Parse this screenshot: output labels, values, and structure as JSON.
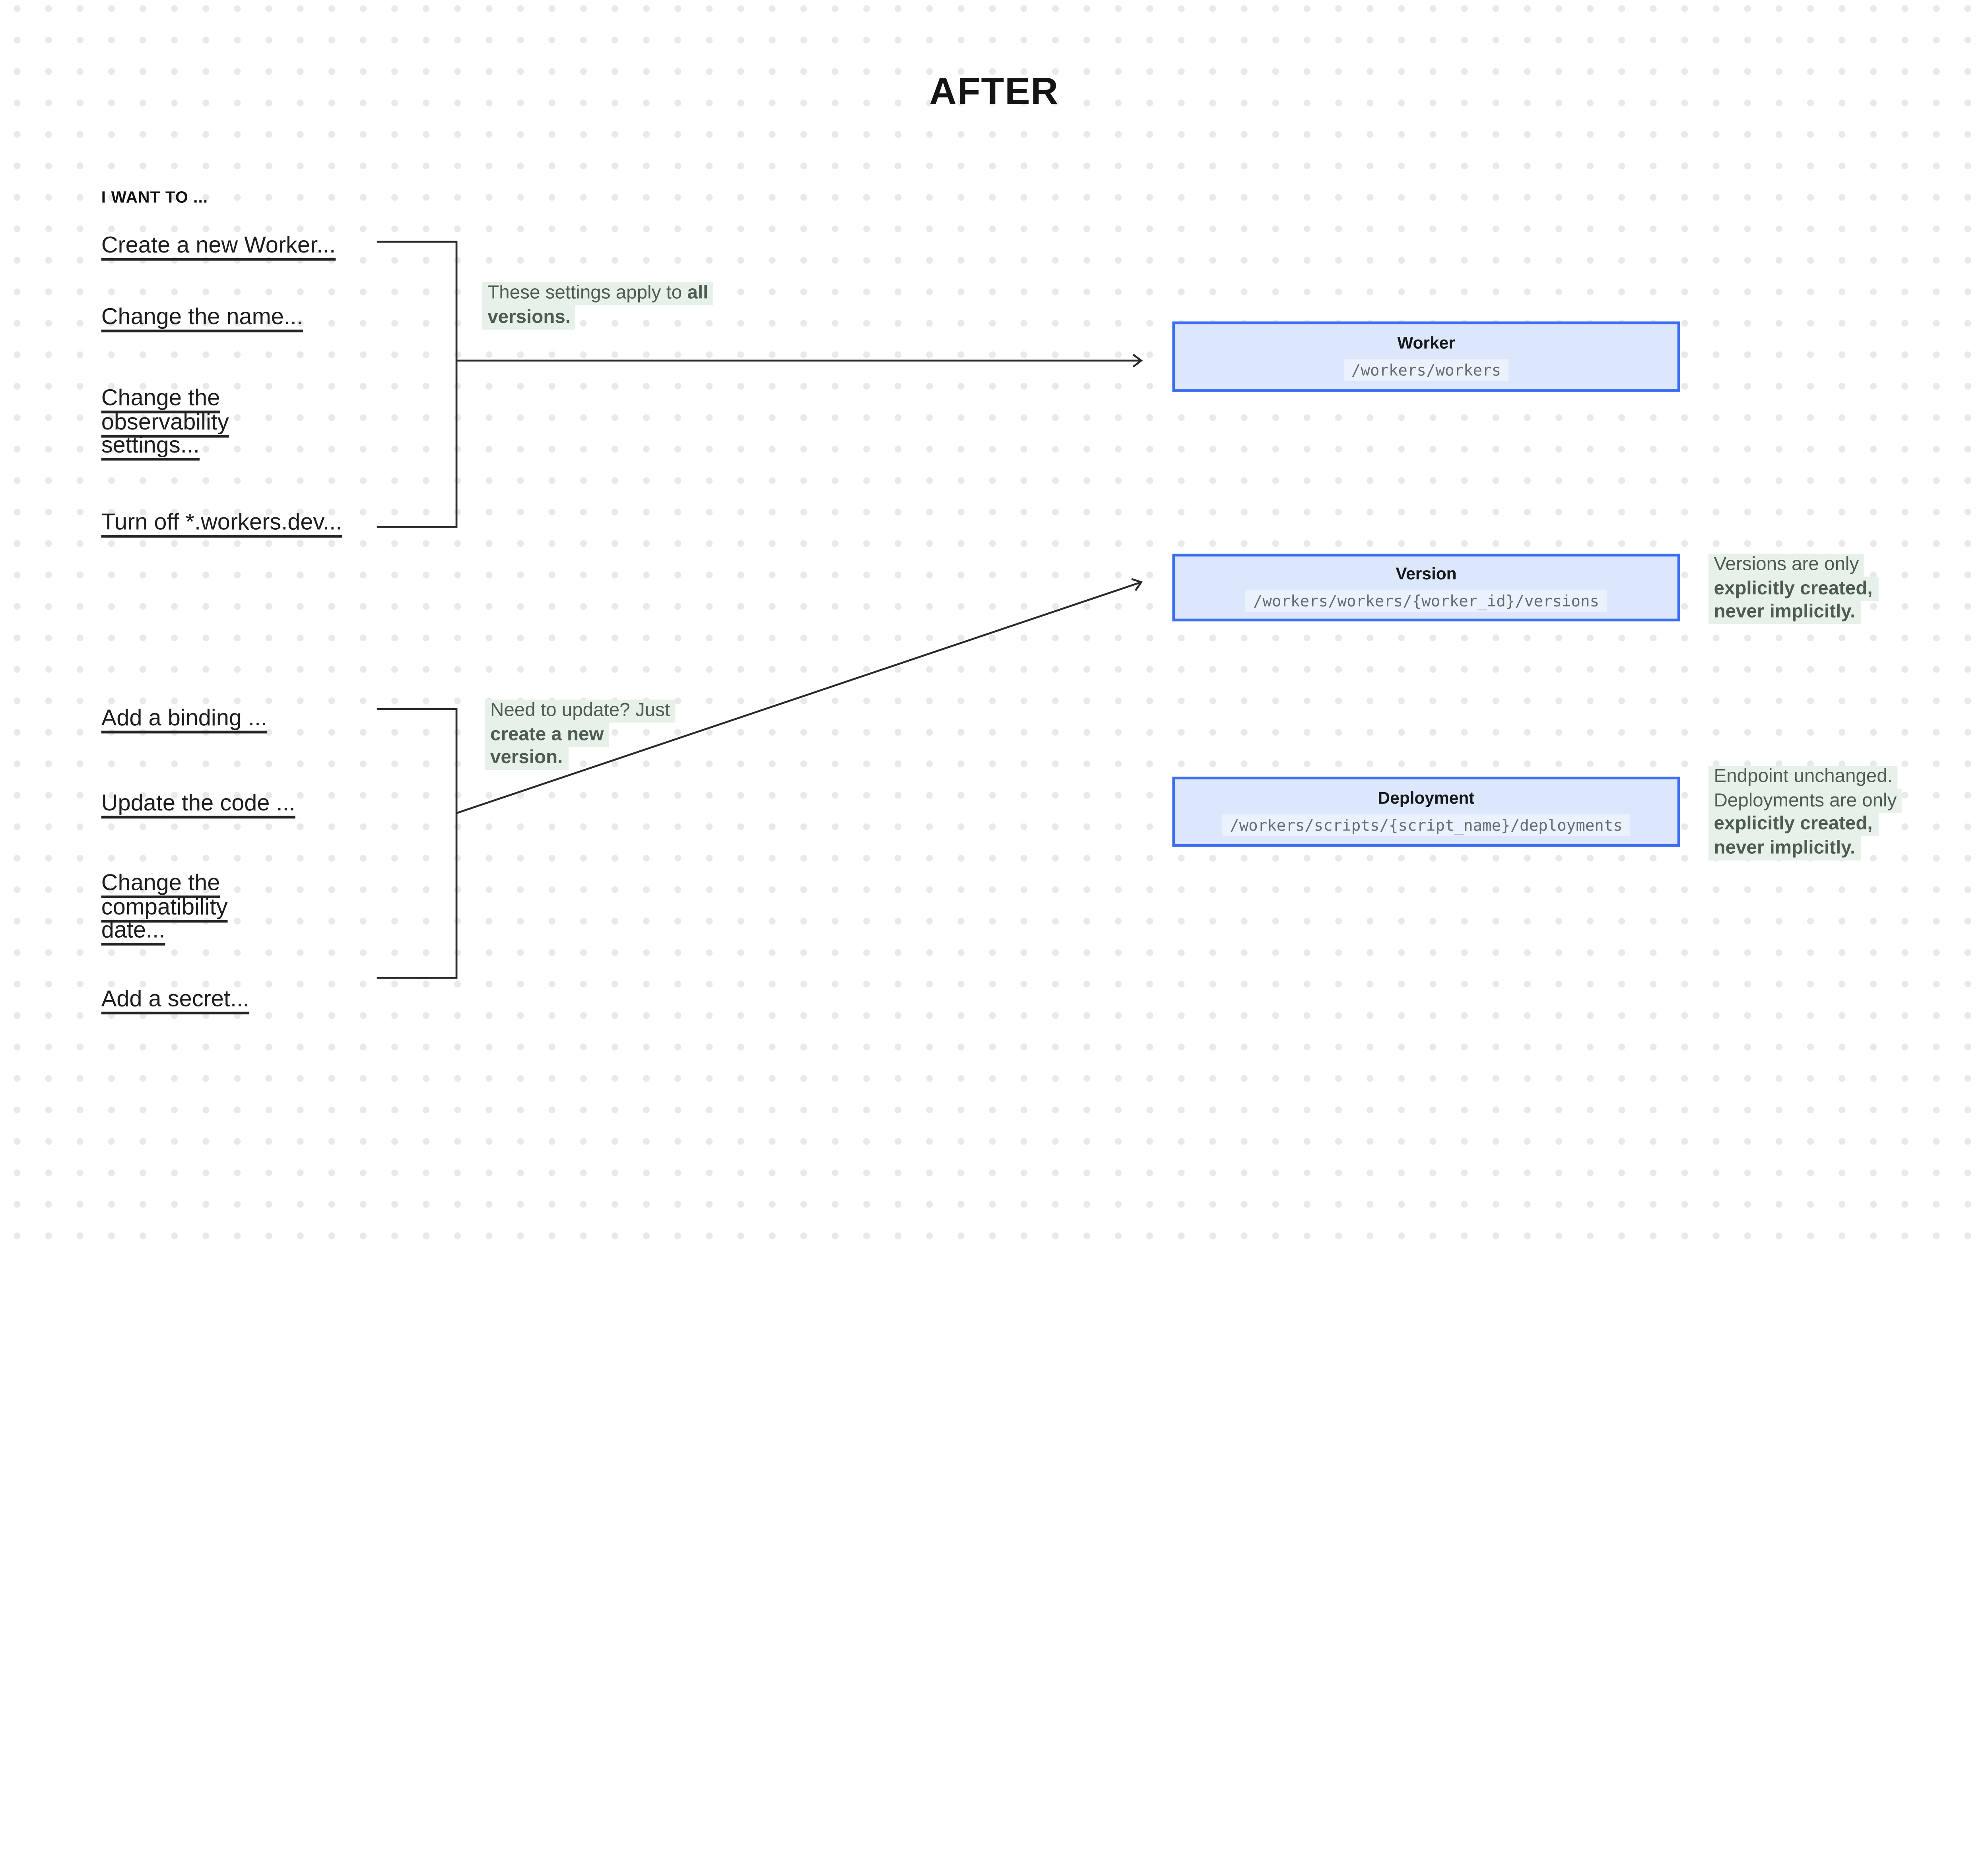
{
  "title": "AFTER",
  "sidebar": {
    "heading": "I WANT TO ...",
    "items": [
      {
        "label": "Create a new Worker..."
      },
      {
        "label": "Change the name..."
      },
      {
        "label": "Change the\nobservability\nsettings..."
      },
      {
        "label": "Turn off *.workers.dev..."
      },
      {
        "label": "Add a binding ..."
      },
      {
        "label": "Update the code ..."
      },
      {
        "label": "Change the\ncompatibility\ndate..."
      },
      {
        "label": "Add a secret..."
      }
    ]
  },
  "nodes": {
    "worker": {
      "title": "Worker",
      "endpoint": "/workers/workers"
    },
    "version": {
      "title": "Version",
      "endpoint": "/workers/workers/{worker_id}/versions"
    },
    "deployment": {
      "title": "Deployment",
      "endpoint": "/workers/scripts/{script_name}/deployments"
    }
  },
  "notes": {
    "settings": {
      "line1_regular": "These settings apply to ",
      "line1_bold": "all",
      "line2_bold": "versions."
    },
    "update": {
      "line1_regular": "Need to update? Just",
      "line2_bold": "create a new",
      "line3_bold": "version."
    },
    "versions": {
      "line1_regular": "Versions are only",
      "line2_bold": "explicitly created,",
      "line3_bold": "never implicitly."
    },
    "deployments": {
      "line1_regular": "Endpoint unchanged.",
      "line2_regular": "Deployments are only",
      "line3_bold": "explicitly created,",
      "line4_bold": "never implicitly."
    }
  },
  "colors": {
    "accent_blue": "#3d6df2",
    "node_fill": "#dce7fb",
    "endpoint_chip": "#ebf1fd",
    "note_text": "#4d5c53",
    "note_highlight": "#e7f1ea",
    "ink": "#2a2a2a",
    "dot_grid": "#e8e9eb"
  }
}
